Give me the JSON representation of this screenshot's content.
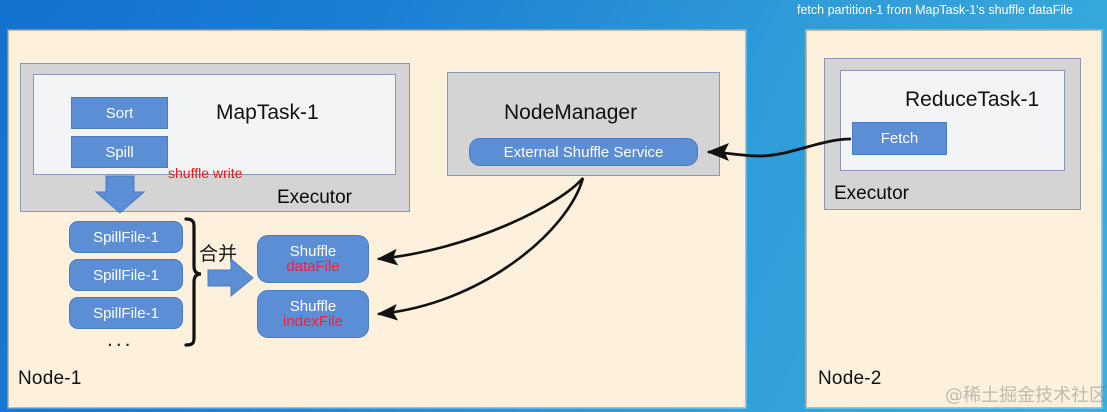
{
  "caption": {
    "top_right": "fetch partition-1 from MapTask-1's shuffle dataFile"
  },
  "colors": {
    "background_blue_start": "#1272ce",
    "background_blue_end": "#3aafdd",
    "panel_cream": "#fdf0dc",
    "executor_grey": "#d4d4d4",
    "task_panel_light": "#f2f4f6",
    "box_blue": "#5b8ed4",
    "accent_red": "#ff1414",
    "file_red": "#ff1c3a",
    "arrow_black": "#111111"
  },
  "node1": {
    "label": "Node-1",
    "executor": {
      "label": "Executor",
      "task": {
        "title": "MapTask-1",
        "stages": [
          {
            "label": "Sort"
          },
          {
            "label": "Spill"
          }
        ]
      },
      "note": "shuffle write"
    },
    "spill_files": [
      {
        "label": "SpillFile-1"
      },
      {
        "label": "SpillFile-1"
      },
      {
        "label": "SpillFile-1"
      }
    ],
    "spill_more": "...",
    "merge_label": "合并",
    "shuffle_files": [
      {
        "title": "Shuffle",
        "sub": "dataFile"
      },
      {
        "title": "Shuffle",
        "sub": "indexFile"
      }
    ],
    "node_manager": {
      "title": "NodeManager",
      "service": "External Shuffle Service"
    }
  },
  "node2": {
    "label": "Node-2",
    "executor": {
      "label": "Executor",
      "task": {
        "title": "ReduceTask-1",
        "stages": [
          {
            "label": "Fetch"
          }
        ]
      }
    }
  },
  "watermark": "@稀土掘金技术社区",
  "icons": {
    "down_arrow": "down-block-arrow-icon",
    "right_arrow": "right-block-arrow-icon",
    "brace": "curly-brace-icon",
    "flow_arrow": "flow-arrow-icon"
  }
}
